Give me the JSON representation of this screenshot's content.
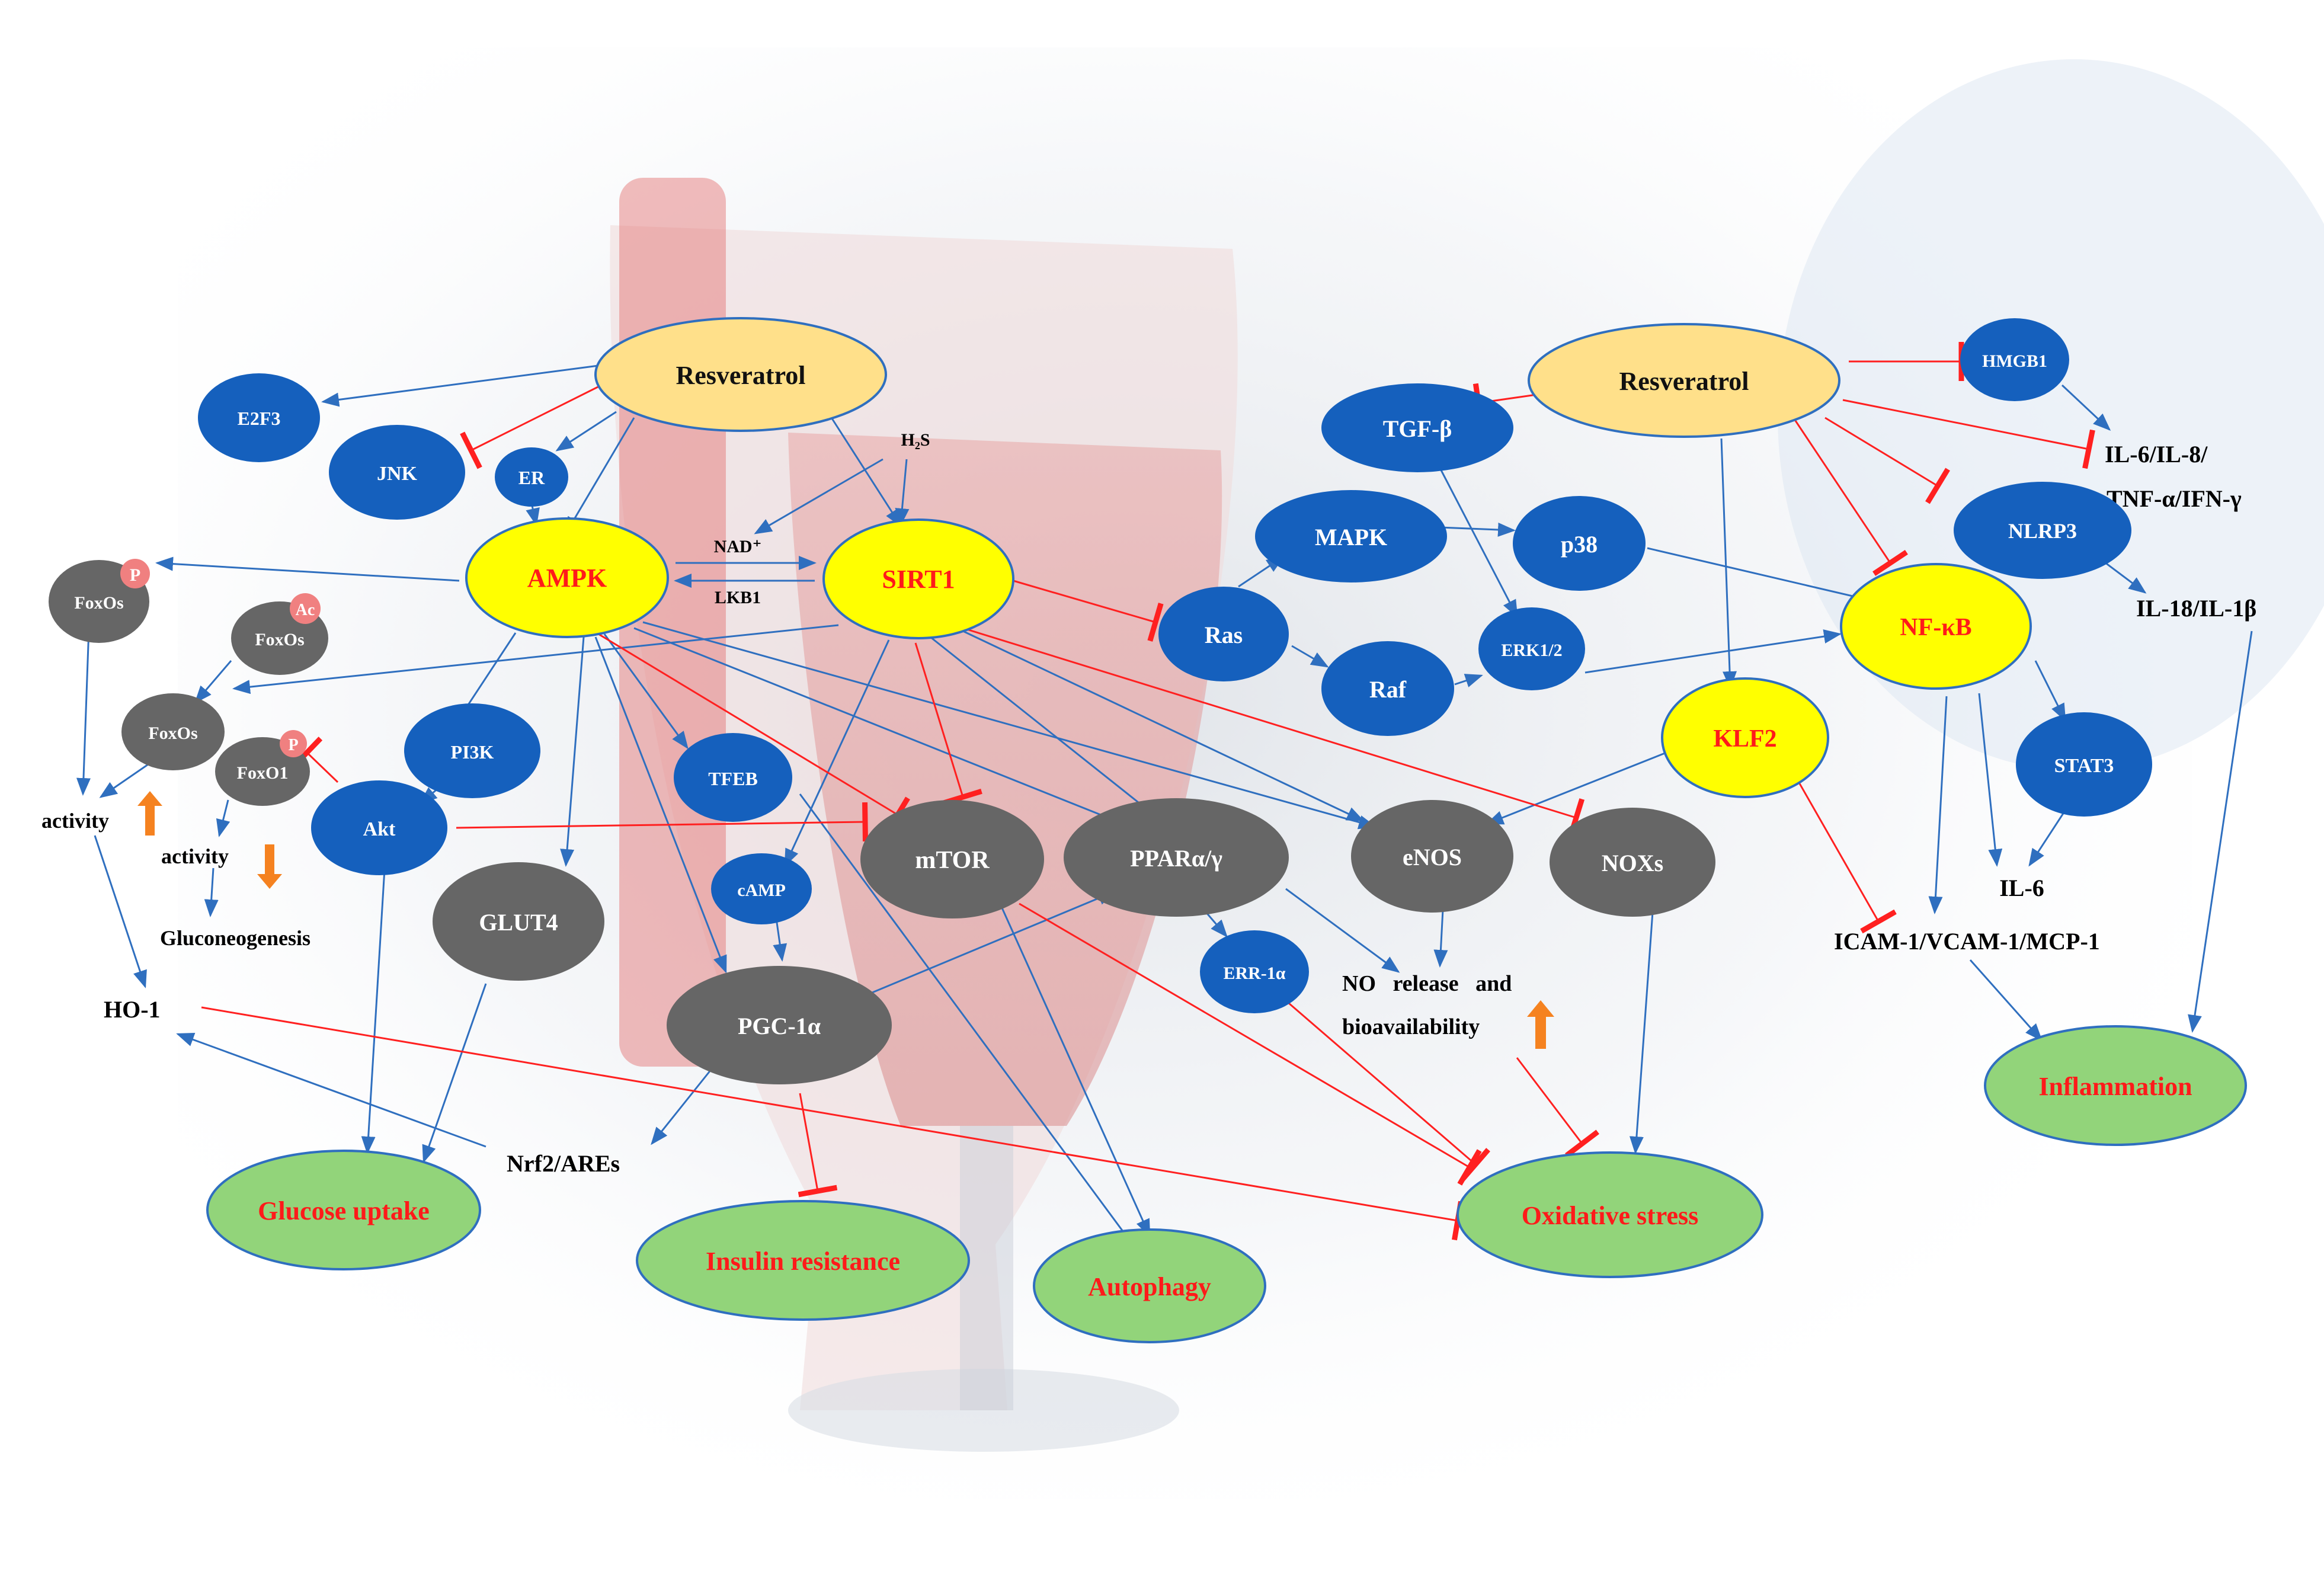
{
  "colors": {
    "blue_node": "#1560bd",
    "gray_node": "#666666",
    "yellow_node": "#ffff00",
    "cream_node": "#ffe08a",
    "green_node": "#92d47a",
    "activation_arrow": "#2f6fbf",
    "inhibition_line": "#ff2020",
    "outcome_text": "#ff1a1a",
    "up_down_arrow": "#f58220",
    "phospho_badge": "#f08080"
  },
  "nodes": {
    "resveratrol_left": "Resveratrol",
    "resveratrol_right": "Resveratrol",
    "e2f3": "E2F3",
    "jnk": "JNK",
    "er": "ER",
    "h2s": "H₂S",
    "ampk": "AMPK",
    "sirt1": "SIRT1",
    "nad": "NAD⁺",
    "lkb1": "LKB1",
    "foxos_p": "FoxOs",
    "foxos_ac": "FoxOs",
    "foxos": "FoxOs",
    "foxo1": "FoxO1",
    "badge_p1": "P",
    "badge_ac": "Ac",
    "badge_p2": "P",
    "activity_up": "activity",
    "activity_down": "activity",
    "gluconeogenesis": "Gluconeogenesis",
    "pi3k": "PI3K",
    "akt": "Akt",
    "tfeb": "TFEB",
    "glut4": "GLUT4",
    "camp": "cAMP",
    "mtor": "mTOR",
    "ppar": "PPARα/γ",
    "enos": "eNOS",
    "noxs": "NOXs",
    "pgc1a": "PGC-1α",
    "err1a": "ERR-1α",
    "ho1": "HO-1",
    "nrf2": "Nrf2/AREs",
    "no_release_1": "NO   release   and",
    "no_release_2": "bioavailability",
    "tgfb": "TGF-β",
    "mapk": "MAPK",
    "p38": "p38",
    "ras": "Ras",
    "raf": "Raf",
    "erk": "ERK1/2",
    "klf2": "KLF2",
    "hmgb1": "HMGB1",
    "il6_il8": "IL-6/IL-8/",
    "tnf_ifn": "TNF-α/IFN-γ",
    "nlrp3": "NLRP3",
    "il18": "IL-18/IL-1β",
    "nfkb": "NF-κB",
    "stat3": "STAT3",
    "il6": "IL-6",
    "icam": "ICAM-1/VCAM-1/MCP-1"
  },
  "outcomes": {
    "glucose_uptake": "Glucose uptake",
    "insulin_resistance": "Insulin resistance",
    "autophagy": "Autophagy",
    "oxidative_stress": "Oxidative stress",
    "inflammation": "Inflammation"
  }
}
